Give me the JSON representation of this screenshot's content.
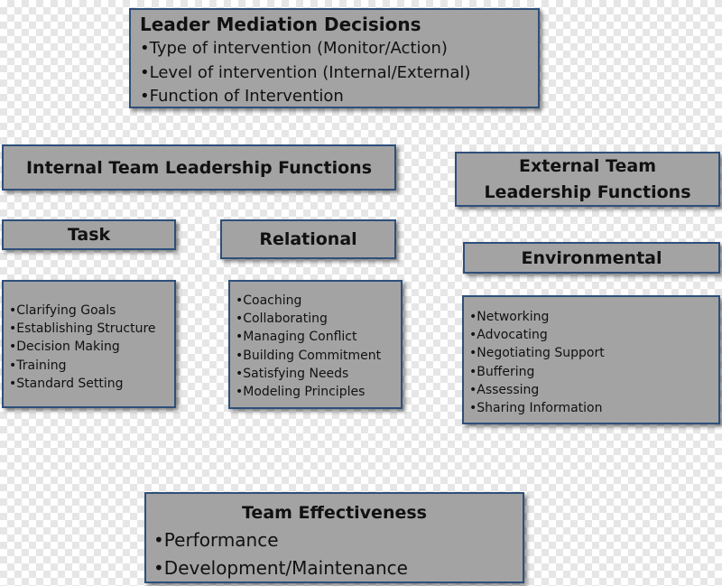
{
  "leader_mediation": {
    "title": "Leader Mediation Decisions",
    "items": [
      "Type of intervention (Monitor/Action)",
      "Level of intervention (Internal/External)",
      "Function of Intervention"
    ]
  },
  "internal_functions": {
    "title": "Internal Team Leadership Functions"
  },
  "external_functions": {
    "title_line1": "External Team",
    "title_line2": "Leadership Functions"
  },
  "task": {
    "title": "Task",
    "items": [
      "Clarifying Goals",
      "Establishing Structure",
      "Decision Making",
      "Training",
      "Standard Setting"
    ]
  },
  "relational": {
    "title": "Relational",
    "items": [
      "Coaching",
      "Collaborating",
      "Managing Conflict",
      "Building Commitment",
      "Satisfying Needs",
      "Modeling Principles"
    ]
  },
  "environmental": {
    "title": "Environmental",
    "items": [
      "Networking",
      "Advocating",
      "Negotiating Support",
      "Buffering",
      "Assessing",
      "Sharing Information"
    ]
  },
  "team_effectiveness": {
    "title": "Team Effectiveness",
    "items": [
      "Performance",
      "Development/Maintenance"
    ]
  }
}
